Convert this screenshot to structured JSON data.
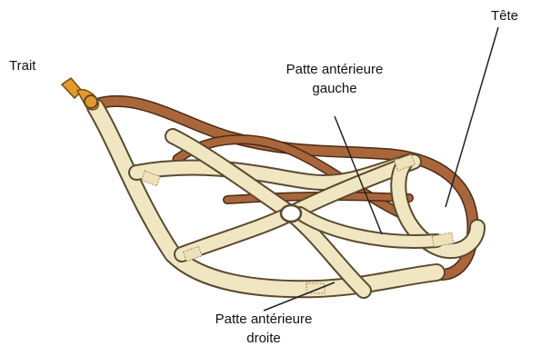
{
  "labels": {
    "trait": "Trait",
    "tete": "Tête",
    "patte_gauche_line1": "Patte antérieure",
    "patte_gauche_line2": "gauche",
    "patte_droite_line1": "Patte antérieure",
    "patte_droite_line2": "droite"
  },
  "colors": {
    "cream_strap": "#f1e6c2",
    "cream_outline": "#5a4a2e",
    "brown_strap": "#a9663a",
    "brown_outline": "#4a2a15",
    "buckle": "#e39a2c",
    "leader_line": "#222222"
  }
}
